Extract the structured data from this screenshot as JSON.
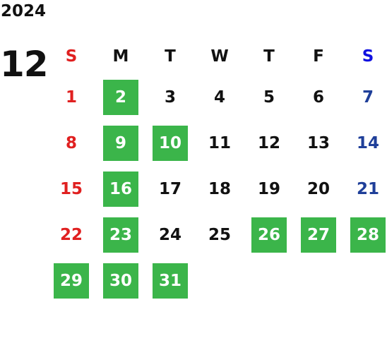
{
  "calendar": {
    "year": "2024",
    "month": "12",
    "weekdays": [
      "S",
      "M",
      "T",
      "W",
      "T",
      "F",
      "S"
    ],
    "weeks": [
      [
        "1",
        "2",
        "3",
        "4",
        "5",
        "6",
        "7"
      ],
      [
        "8",
        "9",
        "10",
        "11",
        "12",
        "13",
        "14"
      ],
      [
        "15",
        "16",
        "17",
        "18",
        "19",
        "20",
        "21"
      ],
      [
        "22",
        "23",
        "24",
        "25",
        "26",
        "27",
        "28"
      ],
      [
        "29",
        "30",
        "31",
        "",
        "",
        "",
        ""
      ]
    ],
    "highlighted_days": [
      "2",
      "9",
      "10",
      "16",
      "23",
      "26",
      "27",
      "28",
      "29",
      "30",
      "31"
    ]
  },
  "colors": {
    "sunday": "#e02020",
    "saturday": "#1f3f99",
    "saturday_header": "#1010e0",
    "highlight_bg": "#3bb54a",
    "highlight_text": "#ffffff",
    "text": "#111111"
  }
}
